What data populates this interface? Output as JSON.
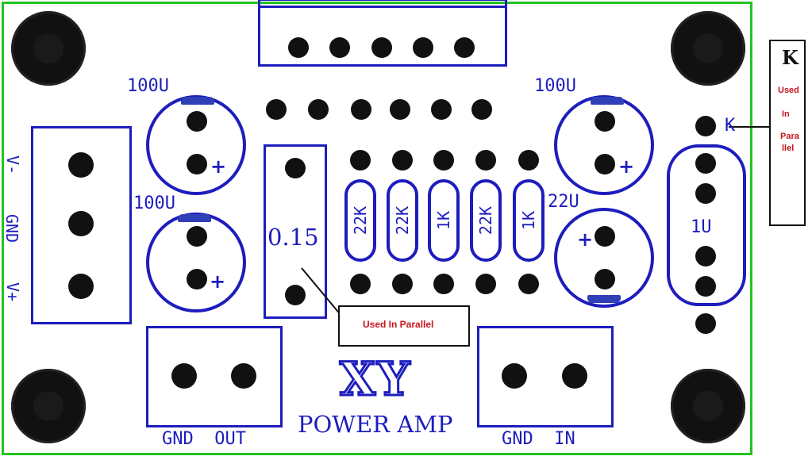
{
  "labels": {
    "cap_top_left": "100U",
    "cap_mid_left": "100U",
    "cap_top_right": "100U",
    "cap_mid_right": "22U",
    "resistor_value": "0.15",
    "resistors": [
      "22K",
      "22K",
      "1K",
      "22K",
      "1K"
    ],
    "film_cap": "1U",
    "power_terminal": [
      "V-",
      "GND",
      "V+"
    ],
    "out_terminal": "GND  OUT",
    "in_terminal": "GND  IN",
    "logo": "XY",
    "product": "POWER AMP",
    "k_pin": "K"
  },
  "notes": {
    "parallel_callout": "Used In Parallel",
    "k_title": "K",
    "k_lines": [
      "Used",
      "In",
      "Para",
      "llel"
    ]
  },
  "colors": {
    "silkscreen": "#1d1dbd",
    "board_edge": "#22c41f",
    "annotation": "#c8141e",
    "pads": "#111111"
  }
}
